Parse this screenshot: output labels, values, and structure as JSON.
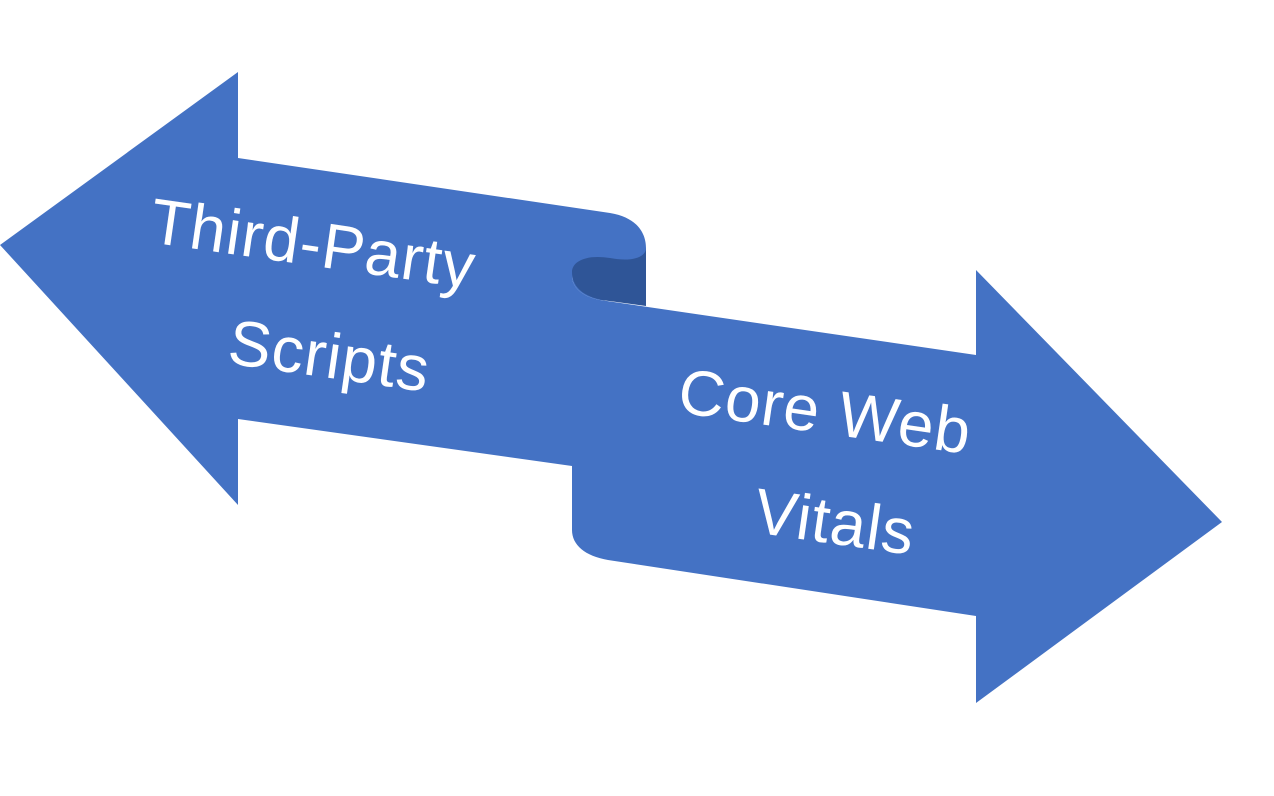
{
  "colors": {
    "background": "#ffffff",
    "arrow_fill": "#4472c4",
    "fold_shade": "#2f5597",
    "text": "#ffffff"
  },
  "left_arrow": {
    "line1": "Third-Party",
    "line2": "Scripts"
  },
  "right_arrow": {
    "line1": "Core Web",
    "line2": "Vitals"
  }
}
